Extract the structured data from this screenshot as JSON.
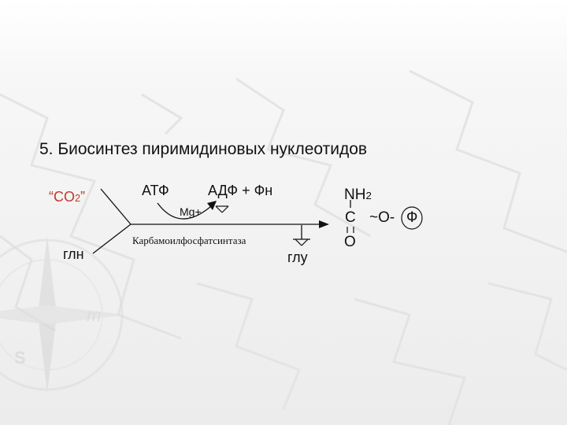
{
  "slide": {
    "title": "5. Биосинтез пиримидиновых нуклеотидов"
  },
  "reaction": {
    "co2_open": "“CO",
    "co2_sub": "2",
    "co2_close": "”",
    "gln": "глн",
    "atp": "АТФ",
    "adp_pi": "АДФ + Фн",
    "mg": "Mg+",
    "enzyme": "Карбамоилфосфатсинтаза",
    "glu": "глу"
  },
  "product": {
    "nh2_main": "NH",
    "nh2_sub": "2",
    "carbon": "C",
    "linkage": "~O-",
    "phosphate": "Ф",
    "oxygen": "O"
  },
  "colors": {
    "co2": "#c0392b",
    "text": "#111111",
    "line": "#111111"
  }
}
